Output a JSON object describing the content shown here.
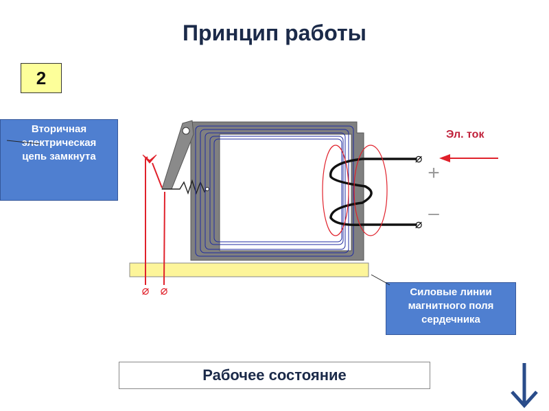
{
  "title": "Принцип работы",
  "step_number": "2",
  "callouts": {
    "secondary_circuit": "Вторичная\nэлектрическая\nцепь замкнута",
    "field_lines": "Силовые линии\nмагнитного поля\nсердечника"
  },
  "current_label": "Эл. ток",
  "polarity": {
    "plus": "+",
    "minus": "–"
  },
  "terminal_symbol": "⌀",
  "state_label": "Рабочее состояние",
  "colors": {
    "callout": "#4f7fd0",
    "badge": "#fdff9a",
    "core": "#808080",
    "base": "#fdf59a",
    "field_lines": "#1e2aa0",
    "red": "#e0202a"
  },
  "icons": {
    "navigation": "arrow-down-icon"
  }
}
